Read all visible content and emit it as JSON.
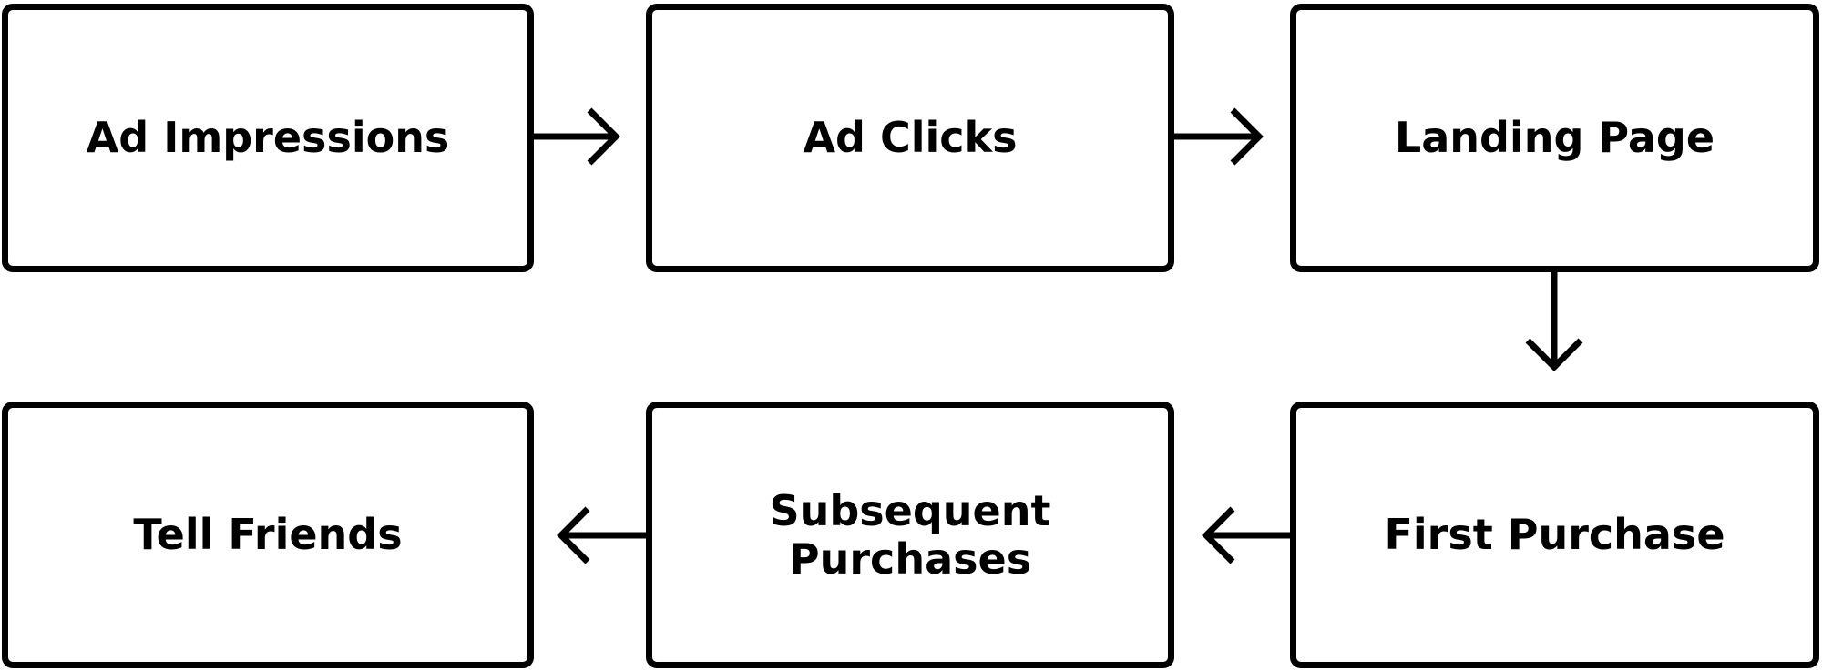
{
  "diagram": {
    "nodes": {
      "ad_impressions": "Ad Impressions",
      "ad_clicks": "Ad Clicks",
      "landing_page": "Landing Page",
      "first_purchase": "First Purchase",
      "subsequent_purchases": "Subsequent Purchases",
      "tell_friends": "Tell Friends"
    },
    "edges": [
      {
        "from": "Ad Impressions",
        "to": "Ad Clicks"
      },
      {
        "from": "Ad Clicks",
        "to": "Landing Page"
      },
      {
        "from": "Landing Page",
        "to": "First Purchase"
      },
      {
        "from": "First Purchase",
        "to": "Subsequent Purchases"
      },
      {
        "from": "Subsequent Purchases",
        "to": "Tell Friends"
      }
    ],
    "colors": {
      "stroke": "#000000",
      "fill": "#ffffff",
      "text": "#000000"
    }
  }
}
